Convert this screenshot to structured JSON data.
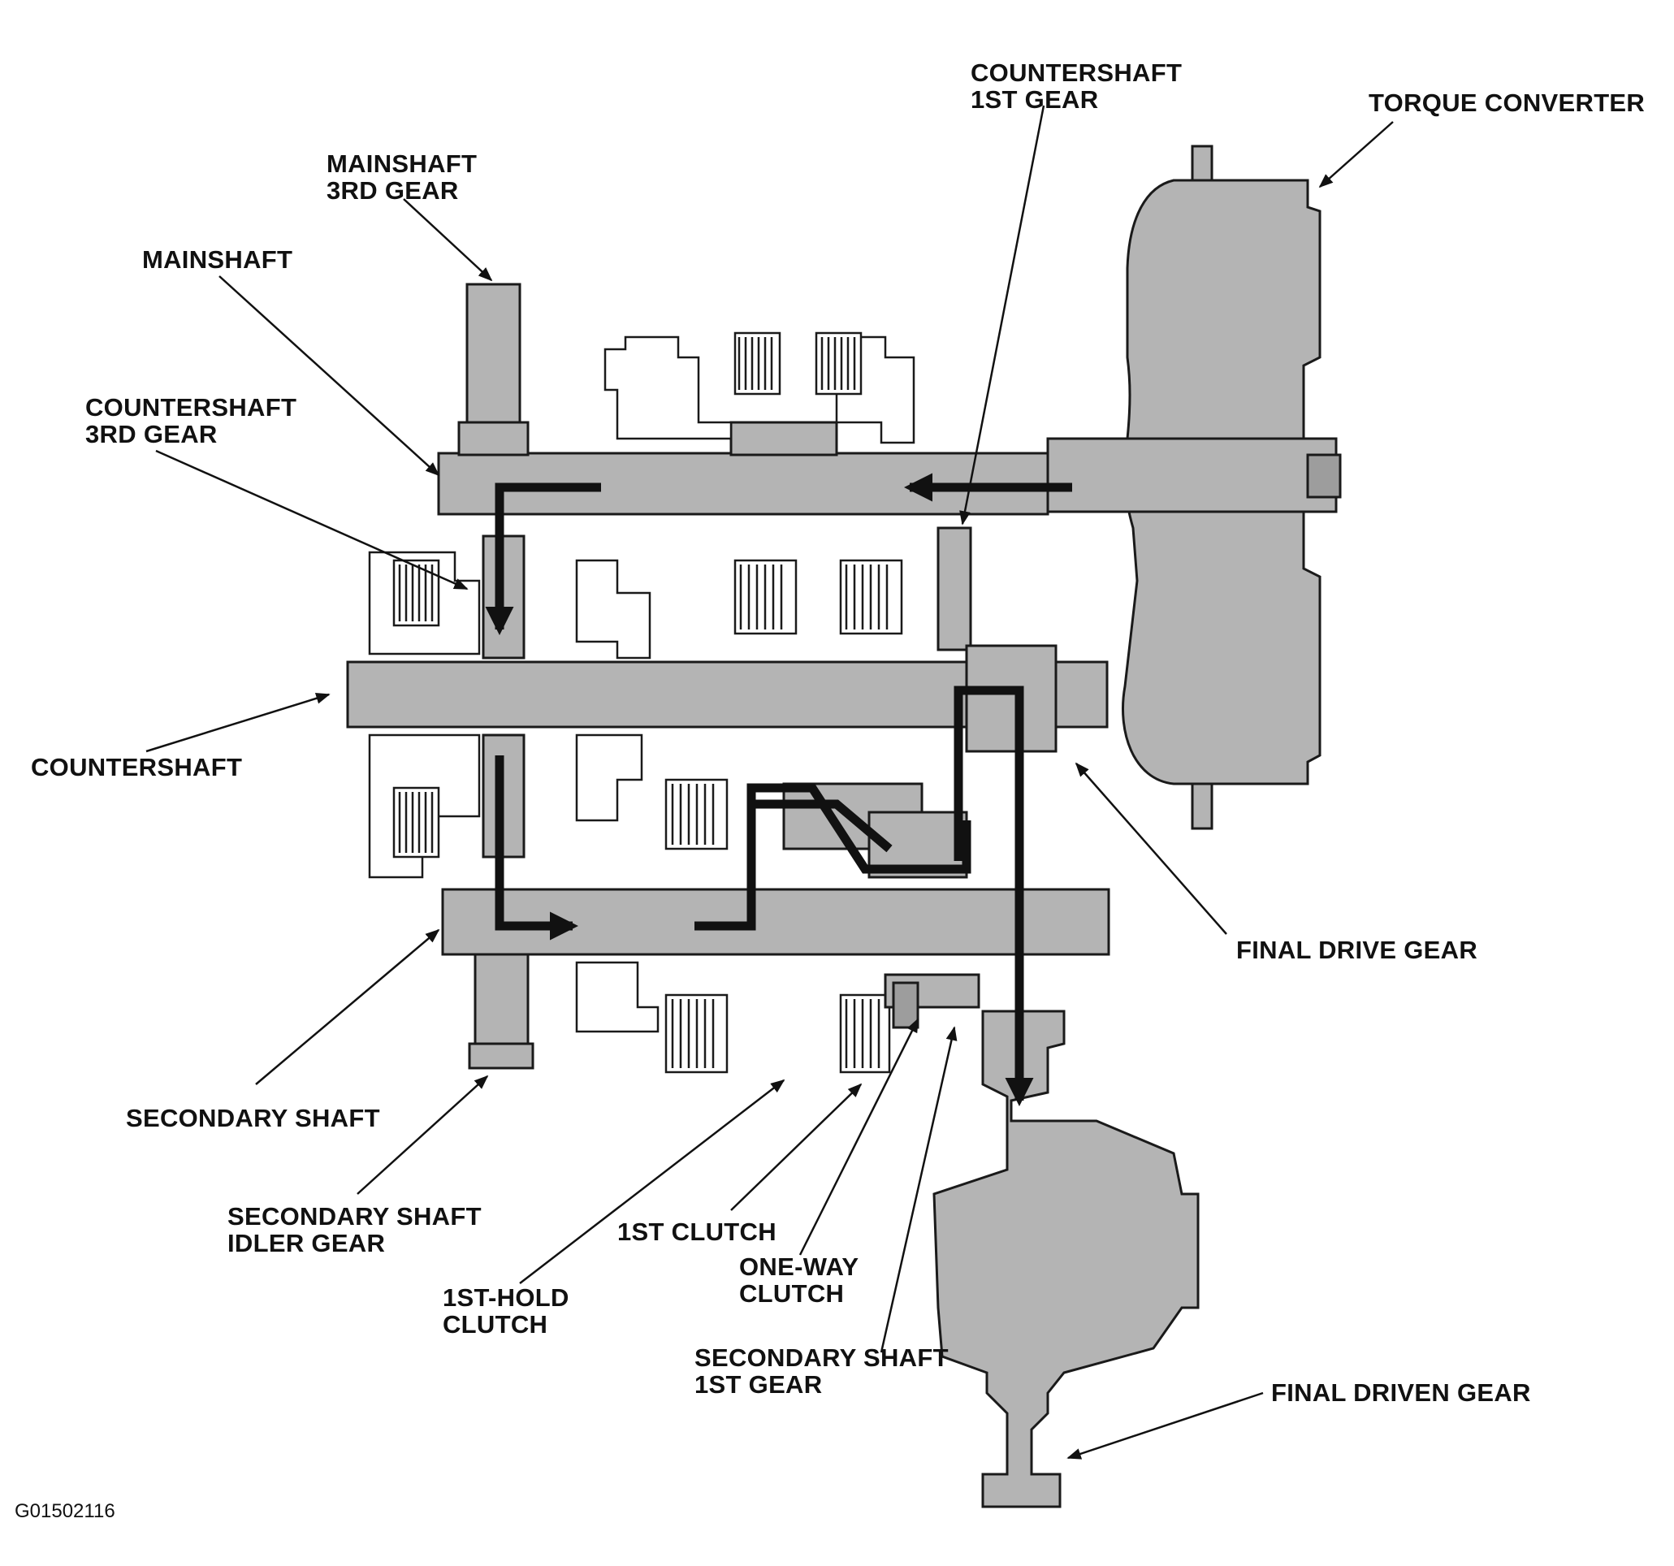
{
  "labels": {
    "countershaft_1st_gear": [
      "COUNTERSHAFT",
      "1ST GEAR"
    ],
    "torque_converter": [
      "TORQUE CONVERTER"
    ],
    "mainshaft_3rd_gear": [
      "MAINSHAFT",
      "3RD GEAR"
    ],
    "mainshaft": [
      "MAINSHAFT"
    ],
    "countershaft_3rd_gear": [
      "COUNTERSHAFT",
      "3RD GEAR"
    ],
    "countershaft": [
      "COUNTERSHAFT"
    ],
    "final_drive_gear": [
      "FINAL DRIVE GEAR"
    ],
    "secondary_shaft": [
      "SECONDARY SHAFT"
    ],
    "secondary_shaft_idler_gear": [
      "SECONDARY SHAFT",
      "IDLER GEAR"
    ],
    "first_clutch": [
      "1ST CLUTCH"
    ],
    "one_way_clutch": [
      "ONE-WAY",
      "CLUTCH"
    ],
    "first_hold_clutch": [
      "1ST-HOLD",
      "CLUTCH"
    ],
    "secondary_shaft_1st_gear": [
      "SECONDARY SHAFT",
      "1ST GEAR"
    ],
    "final_driven_gear": [
      "FINAL DRIVEN GEAR"
    ]
  },
  "figure_code": "G01502116"
}
